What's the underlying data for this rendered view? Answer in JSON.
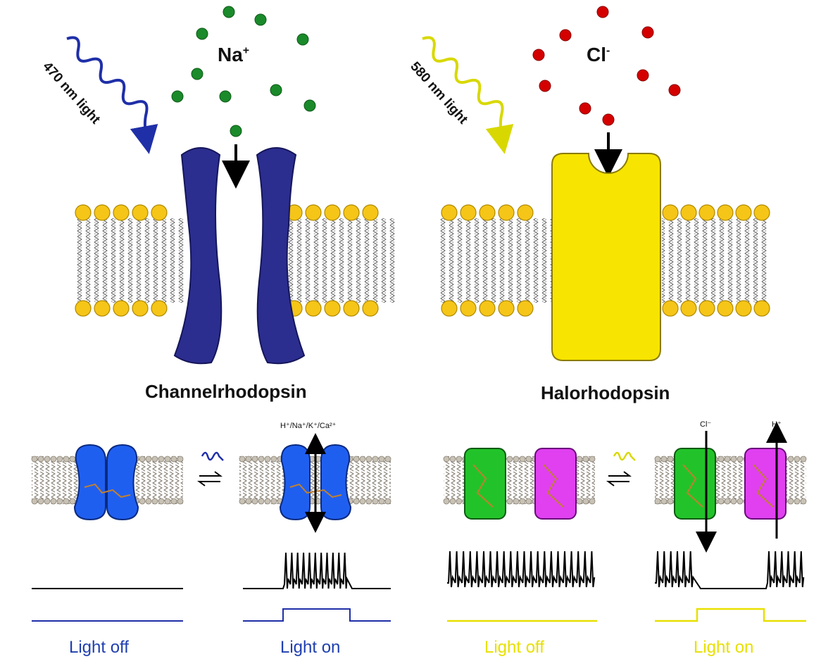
{
  "channelrhodopsin": {
    "title": "Channelrhodopsin",
    "ion_symbol": "Na",
    "ion_charge": "+",
    "light_label": "470 nm light",
    "ion_color": "#1a8a2a",
    "protein_color": "#2b2d8f",
    "light_color": "#1f2fa8",
    "conductance_label": "H⁺/Na⁺/K⁺/Ca²⁺",
    "off_label": "Light off",
    "on_label": "Light on",
    "caption_color": "#1f3fb0"
  },
  "halorhodopsin": {
    "title": "Halorhodopsin",
    "ion_symbol": "Cl",
    "ion_charge": "-",
    "light_label": "580 nm light",
    "ion_color": "#d40000",
    "protein_color": "#f7e400",
    "light_color": "#d8d800",
    "cl_label": "Cl⁻",
    "h_label": "H⁺",
    "off_label": "Light off",
    "on_label": "Light on",
    "caption_color": "#e8e000"
  },
  "colors": {
    "lipid_head": "#f5c518",
    "lipid_edge": "#b08a00",
    "membrane_gray": "#b0a898",
    "blue_protein": "#1f5ff0",
    "green_protein": "#22c32a",
    "magenta_protein": "#e040f0"
  }
}
